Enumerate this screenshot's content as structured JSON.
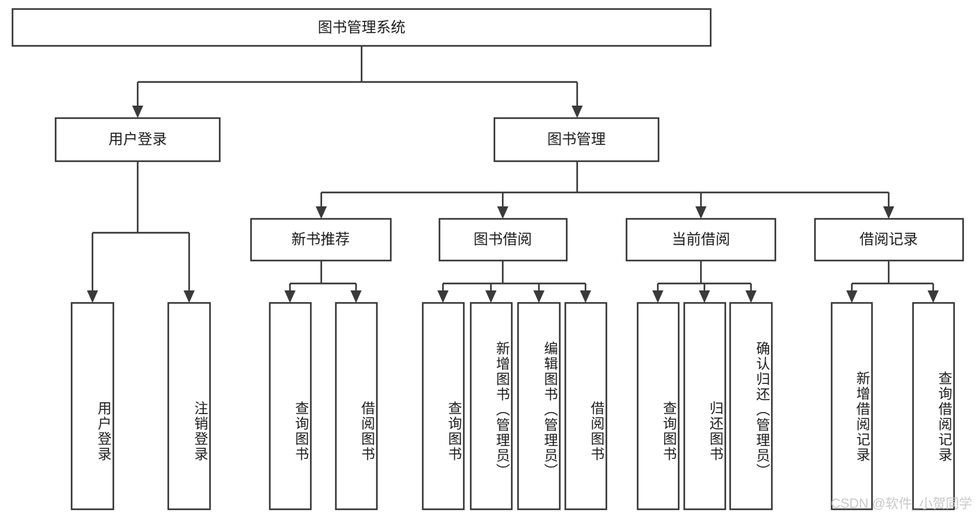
{
  "diagram": {
    "title": "图书管理系统",
    "type": "tree-hierarchy-chart",
    "root": {
      "label": "图书管理系统"
    },
    "level2": [
      {
        "label": "用户登录"
      },
      {
        "label": "图书管理"
      }
    ],
    "level3": [
      {
        "label": "新书推荐"
      },
      {
        "label": "图书借阅"
      },
      {
        "label": "当前借阅"
      },
      {
        "label": "借阅记录"
      }
    ],
    "leaves": {
      "user_login": [
        {
          "label": "用户登录"
        },
        {
          "label": "注销登录"
        }
      ],
      "new_book_recommend": [
        {
          "label": "查询图书"
        },
        {
          "label": "借阅图书"
        }
      ],
      "book_borrow": [
        {
          "label": "查询图书"
        },
        {
          "label": "新增图书（管理员）"
        },
        {
          "label": "编辑图书（管理员）"
        },
        {
          "label": "借阅图书"
        }
      ],
      "current_borrow": [
        {
          "label": "查询图书"
        },
        {
          "label": "归还图书"
        },
        {
          "label": "确认归还（管理员）"
        }
      ],
      "borrow_record": [
        {
          "label": "新增借阅记录"
        },
        {
          "label": "查询借阅记录"
        }
      ]
    }
  },
  "watermark": {
    "text": "CSDN @软件_小贺同学"
  },
  "colors": {
    "stroke": "#3a3a3a",
    "fill": "#ffffff",
    "text": "#1b1b1b",
    "watermark": "#c9c9c9",
    "background": "#ffffff"
  }
}
